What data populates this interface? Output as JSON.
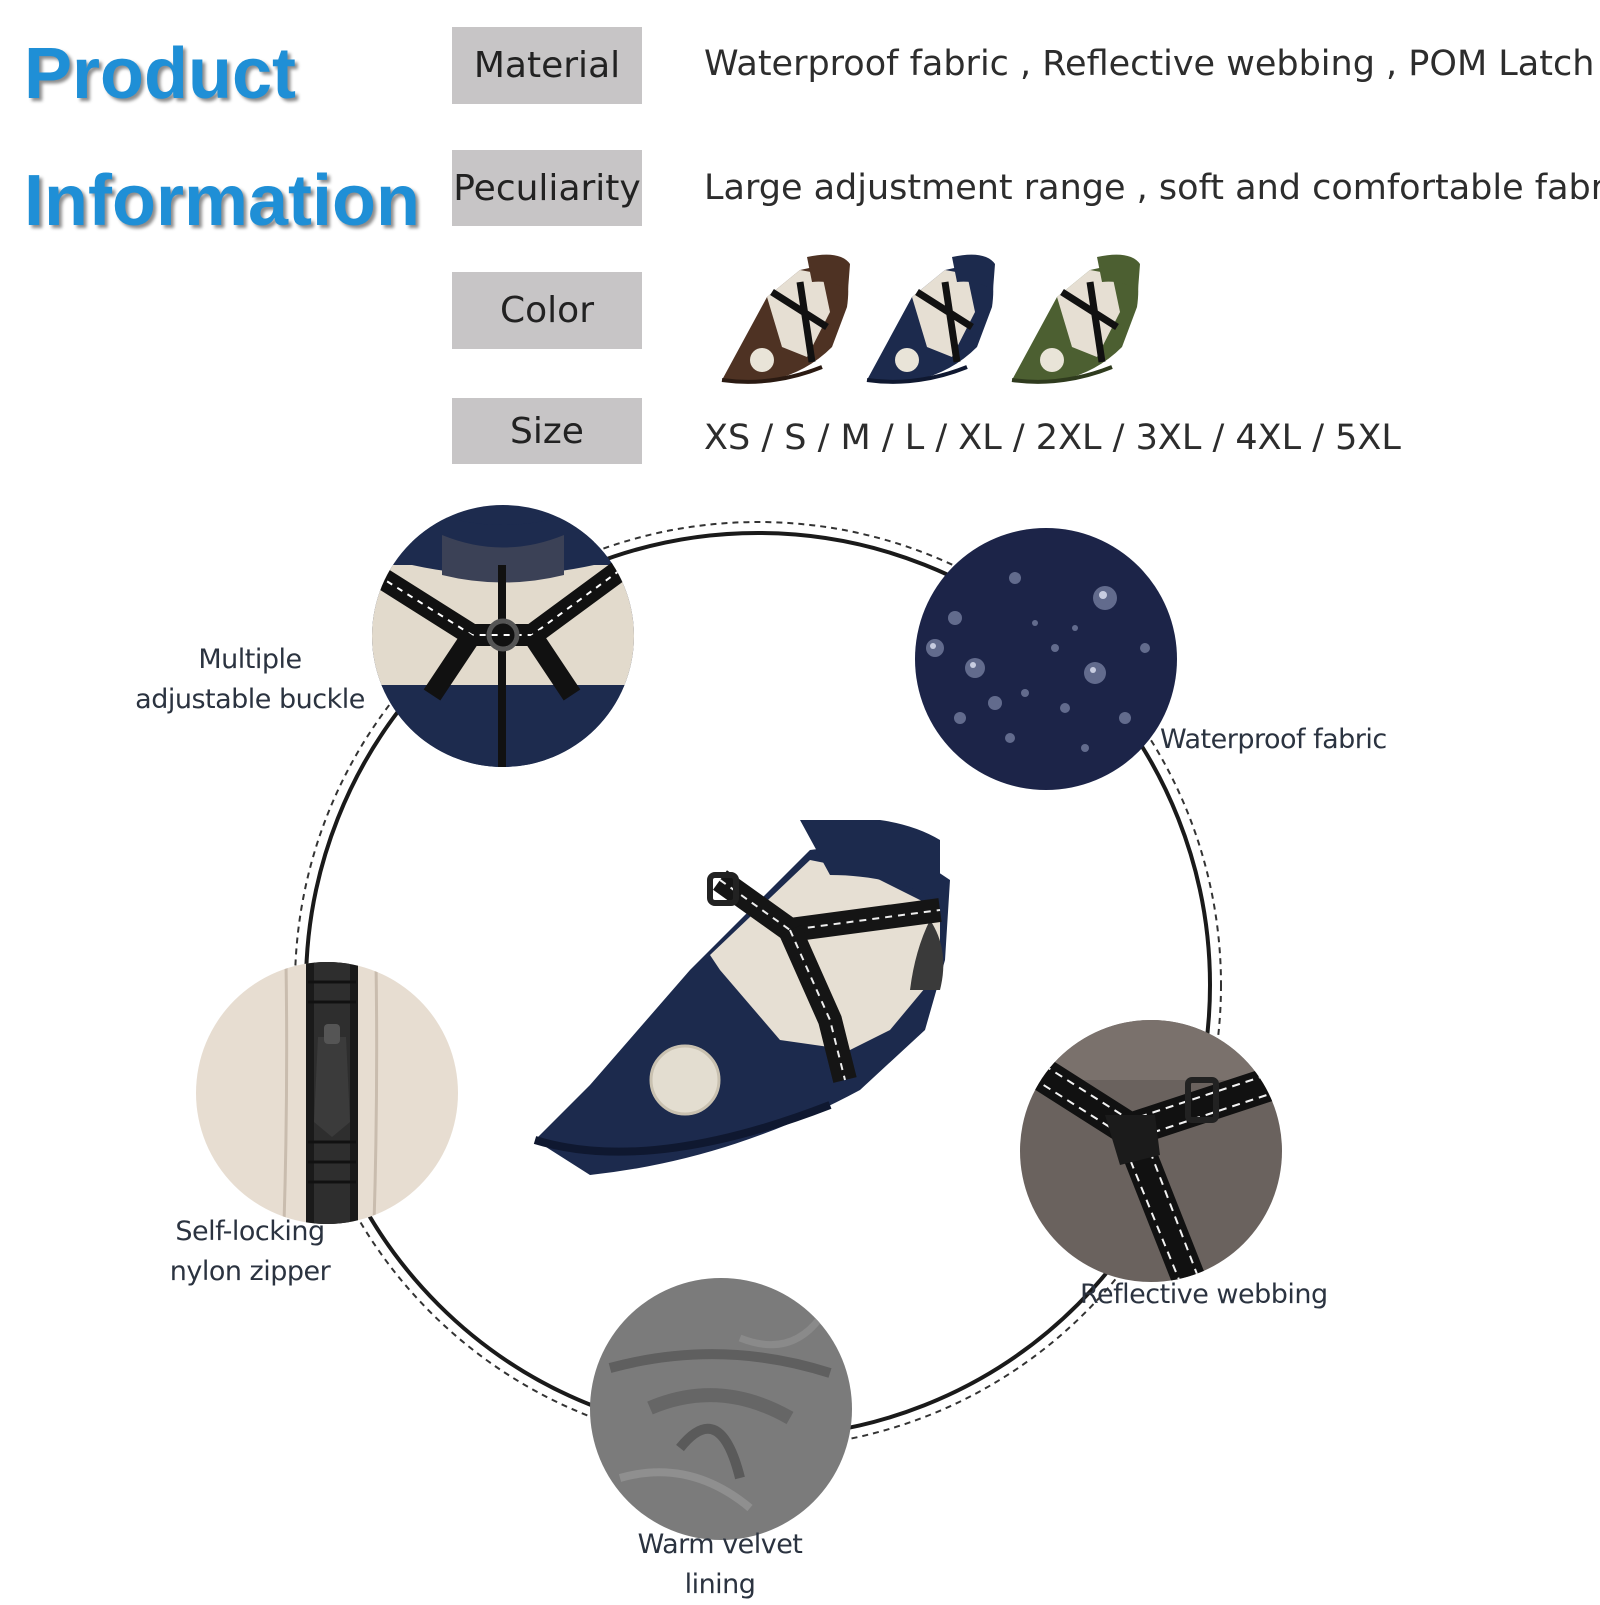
{
  "heading": {
    "line1": "Product",
    "line2": "Information"
  },
  "spec_rows": [
    {
      "label": "Material",
      "value": "Waterproof fabric , Reflective webbing , POM Latch"
    },
    {
      "label": "Peculiarity",
      "value": "Large adjustment range , soft and comfortable fabric"
    },
    {
      "label": "Color",
      "value": ""
    },
    {
      "label": "Size",
      "value": "XS / S / M / L / XL / 2XL / 3XL / 4XL / 5XL"
    }
  ],
  "colors": [
    {
      "name": "brown-coat-icon",
      "hex": "#4e3223"
    },
    {
      "name": "navy-coat-icon",
      "hex": "#1c2a4d"
    },
    {
      "name": "green-coat-icon",
      "hex": "#4c5f31"
    }
  ],
  "features": [
    {
      "caption_line1": "Multiple",
      "caption_line2": "adjustable buckle"
    },
    {
      "caption_line1": "Waterproof fabric",
      "caption_line2": ""
    },
    {
      "caption_line1": "Self-locking",
      "caption_line2": "nylon zipper"
    },
    {
      "caption_line1": "Reflective webbing",
      "caption_line2": ""
    },
    {
      "caption_line1": "Warm velvet lining",
      "caption_line2": ""
    }
  ],
  "accent": {
    "title_blue": "#1f8fd6",
    "label_grey": "#c7c5c6",
    "navy": "#1c2a4d",
    "beige": "#e6dfd3"
  }
}
